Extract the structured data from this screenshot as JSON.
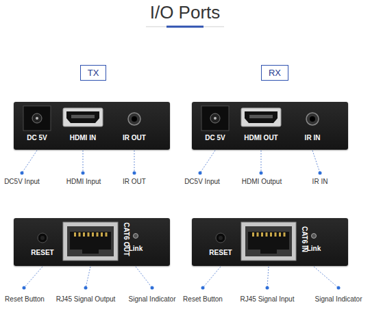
{
  "diagram": {
    "title": "I/O Ports",
    "nodes": [
      {
        "text": [
          "TX"
        ]
      },
      {
        "text": [
          "RX"
        ]
      },
      {
        "text": [
          "DC 5V",
          "HDMI IN",
          "IR OUT"
        ]
      },
      {
        "text": [
          "DC 5V",
          "HDMI OUT",
          "IR IN"
        ]
      },
      {
        "text": [
          "RESET",
          "CAT6 OUT",
          "Link"
        ]
      },
      {
        "text": [
          "RESET",
          "CAT6 IN",
          "Link"
        ]
      }
    ],
    "labels": [
      "DC5V Input",
      "HDMI Input",
      "IR OUT",
      "DC5V Input",
      "HDMI Output",
      "IR IN",
      "Reset Button",
      "RJ45 Signal Output",
      "Signal Indicator",
      "Reset Button",
      "RJ45 Signal Input",
      "Signal Indicator"
    ]
  }
}
